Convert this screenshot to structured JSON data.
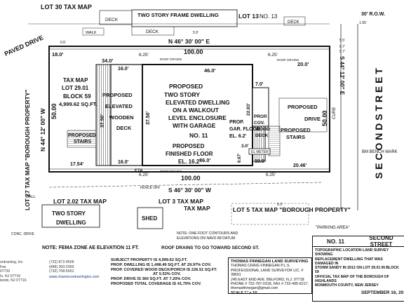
{
  "lots": {
    "lot30": "LOT 30 TAX MAP",
    "lot13": "LOT 13",
    "lot27": "LOT 27 TAX MAP \"BOROUGH PROPERTY\"",
    "lot202": "LOT 2.02 TAX MAP",
    "lot3": "LOT 3 TAX MAP",
    "lot5": "LOT 5 TAX MAP \"BOROUGH PROPERTY\"",
    "parking": "\"PARKING AREA\""
  },
  "neighbors": {
    "top_dwelling": "TWO STORY FRAME DWELLING",
    "no13": "NO. 13",
    "deck": "DECK",
    "walk": "WALK",
    "bottom_dwelling": "TWO STORY DWELLING",
    "shed": "SHED",
    "tax_map": "TAX MAP"
  },
  "streets": {
    "second_street": "S E C O N D   S T R E E T",
    "paved_drive": "PAVED DRIVE",
    "row": "30' R.O.W.",
    "curb": "CURB",
    "conc_drive": "CONC. DRIVE"
  },
  "site": {
    "tax_map_label": "TAX MAP",
    "lot_label": "LOT 29.01",
    "block_label": "BLOCK 59",
    "area": "4,999.62 SQ.FT.",
    "house_title": "PROPOSED TWO STORY ELEVATED DWELLING ON A WALKOUT LEVEL ENCLOSURE WITH GARAGE",
    "house_no": "NO. 11",
    "floor_el": "PROPOSED FINISHED FLOOR EL. 16.2'",
    "deck_left": "PROPOSED ELEVATED WOODEN DECK",
    "stairs_left": "PROPOSED STAIRS",
    "gar_floor": "PROP. GAR. FLOOR EL. 6.2'",
    "wood_deck": "PROP. COV. WOOD DECK",
    "drive": "PROPOSED DRIVE",
    "stairs_right": "PROPOSED STAIRS",
    "el_meter": "EL METER",
    "bench_mark": "BM BENCH MARK",
    "eta": "ETA",
    "wall": "WALL",
    "fence_off": "FENCE OFF"
  },
  "dimensions": {
    "bearing_top": "N 46° 30' 00\" E",
    "bearing_bottom": "S 46° 30' 00\" W",
    "bearing_left": "N 44° 12' 00\" W",
    "bearing_right": "S 44° 12' 00\" E",
    "len_100_top": "100.00",
    "len_100_bottom": "100.00",
    "len_50_left": "50.00",
    "len_50_right": "50.00",
    "d_18": "18.0'",
    "d_34": "34.0'",
    "d_16top": "16.0'",
    "d_46": "46.0'",
    "d_20": "20.0'",
    "d_625a": "6.25'",
    "d_625b": "6.25'",
    "d_625c": "6.25'",
    "d_625d": "6.25'",
    "d_3750a": "37.50'",
    "d_3750b": "37.50'",
    "d_2283": "22.83'",
    "d_7": "7.0'",
    "d_1754": "17.54'",
    "d_16bot": "16.0'",
    "d_36": "36.0'",
    "d_2046": "20.46'",
    "d_10": "10.0'",
    "d_30": "3.0'",
    "d_667": "6.67'",
    "d_195": "1.95'",
    "d_67": "6.7'",
    "d_57": "5.7'",
    "d_55": "5.5'",
    "d_59": "5.9'",
    "d_53": "5.3'",
    "d_05": "0.5'",
    "roof_drains_a": "ROOF DRAINS",
    "roof_drains_b": "ROOF DRAINS",
    "roof_drains_c": "ROOF DRAINS"
  },
  "notes": {
    "contour": "NOTE: ONE FOOT CONTOURS AND ELEVATIONS ON NAVD 88 DATUM",
    "fema": "NOTE: FEMA ZONE AE ELEVATION 11 FT.",
    "roof_drains": "ROOF DRAINS TO GO TOWARD SECOND ST."
  },
  "coverage": {
    "l1": "SUBJECT PROPERTY IS 4,999.62 SQ.FT.",
    "l2": "PROP. DWELLING IS 1,498.49 SQ.FT. AT 29.97% COV.",
    "l3": "PROP. COVERED WOOD DECK/PORCH IS 226.51 SQ.FT.",
    "l4": "AT 5.53% COV.",
    "l5": "PROP. DRIVE IS 360 SQ.FT. AT 7.20% COV.",
    "l6": "PROPOSED TOTAL COVERAGE IS 41.70% COV."
  },
  "surveyor": {
    "firm": "THOMAS FINNEGAN LAND SURVEYING",
    "name": "THOMAS CRAIG FINNEGAN P.L.S.",
    "license": "PROFESSIONAL LAND SURVEYOR LIC. # 38601",
    "address": "245 EAST END AVE. BELFORD, N.J. 07718",
    "phone": "PHONE # 732-787-0318, FAX # 732-495-6217, thomasfinnegan@gmail.com",
    "scale": "SCALE 1\" = 10'"
  },
  "title_block": {
    "no": "NO. 11",
    "street": "SECOND STREET",
    "d1": "TOPOGRAPHIC LOCATION LAND SURVEY SHOWING",
    "d2": "REPLACEMENT DWELLING THAT WAS DAMAGED IN",
    "d3": "STORM SANDY IN 2012 ON LOT 29.01 IN BLOCK 59",
    "d4": "OFFICIAL TAX MAP OF THE BOROUGH OF HIGHLANDS",
    "d5": "MONMOUTH COUNTY, NEW JERSEY"
  },
  "contractor": {
    "l1": "ontracting, Inc",
    "l2": "Fax",
    "l3": "07732",
    "l4": "Is, NJ 07716",
    "ph": "(732) 872-4509",
    "fx": "(848) 300-2950",
    "fx2": "(732) 708-5551",
    "url": "www.charoncontractinginc.com",
    "l5": "lands, NJ 07716"
  },
  "date": "SEPTEMBER 16, 20"
}
